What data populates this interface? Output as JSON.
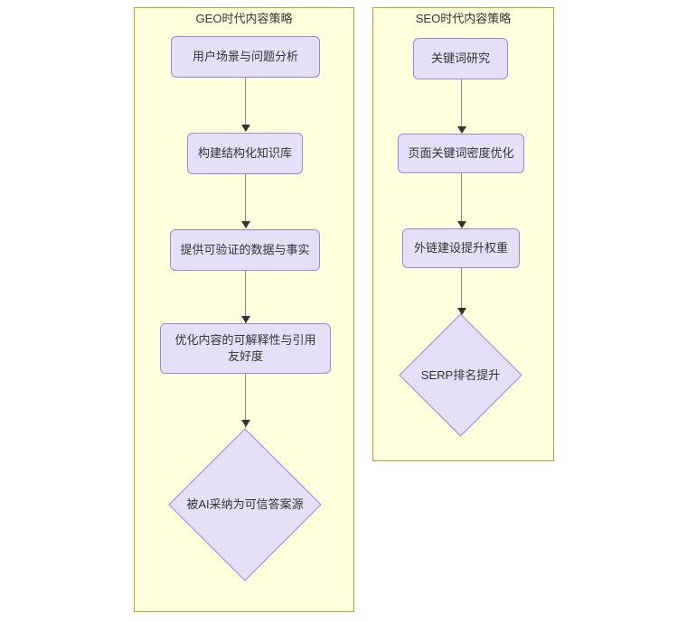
{
  "diagram": {
    "type": "flowchart",
    "direction": "top-to-bottom",
    "background": "#ffffff",
    "node_fill": "#e5e0f7",
    "node_stroke": "#9e85d8",
    "cluster_fill": "#ffffde",
    "cluster_stroke": "#aaaa33",
    "edge_color": "#8a8a8a",
    "arrow_color": "#333333"
  },
  "clusters": [
    {
      "id": "geo",
      "title": "GEO时代内容策略",
      "nodes": [
        {
          "id": "geo1",
          "shape": "rounded-rect",
          "label": "用户场景与问题分析"
        },
        {
          "id": "geo2",
          "shape": "rounded-rect",
          "label": "构建结构化知识库"
        },
        {
          "id": "geo3",
          "shape": "rounded-rect",
          "label": "提供可验证的数据与事实"
        },
        {
          "id": "geo4",
          "shape": "rounded-rect",
          "label": "优化内容的可解释性与引用\n友好度"
        },
        {
          "id": "geo5",
          "shape": "diamond",
          "label": "被AI采纳为可信答案源"
        }
      ],
      "edges": [
        {
          "from": "geo1",
          "to": "geo2"
        },
        {
          "from": "geo2",
          "to": "geo3"
        },
        {
          "from": "geo3",
          "to": "geo4"
        },
        {
          "from": "geo4",
          "to": "geo5"
        }
      ]
    },
    {
      "id": "seo",
      "title": "SEO时代内容策略",
      "nodes": [
        {
          "id": "seo1",
          "shape": "rounded-rect",
          "label": "关键词研究"
        },
        {
          "id": "seo2",
          "shape": "rounded-rect",
          "label": "页面关键词密度优化"
        },
        {
          "id": "seo3",
          "shape": "rounded-rect",
          "label": "外链建设提升权重"
        },
        {
          "id": "seo4",
          "shape": "diamond",
          "label": "SERP排名提升"
        }
      ],
      "edges": [
        {
          "from": "seo1",
          "to": "seo2"
        },
        {
          "from": "seo2",
          "to": "seo3"
        },
        {
          "from": "seo3",
          "to": "seo4"
        }
      ]
    }
  ]
}
